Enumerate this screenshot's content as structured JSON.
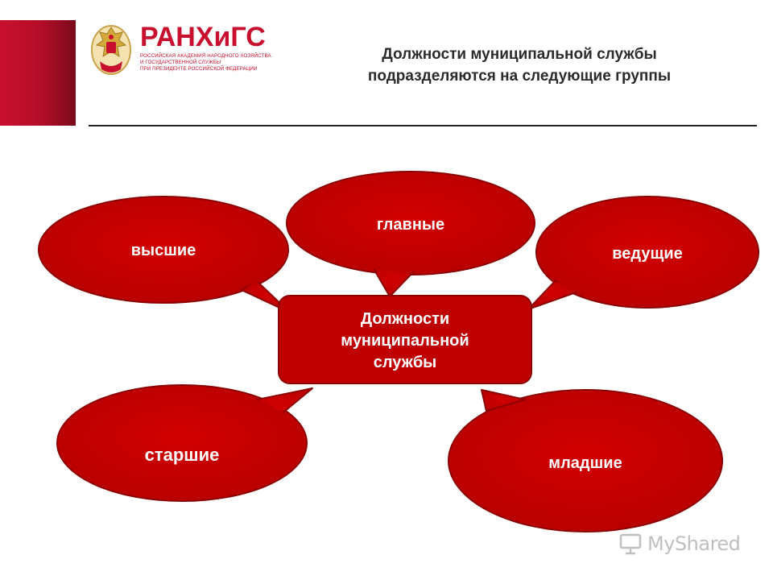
{
  "header": {
    "logo": {
      "title": "РАНХиГС",
      "subtitle_lines": [
        "Российская академия народного хозяйства",
        "и государственной службы",
        "при Президенте Российской Федерации"
      ]
    },
    "title_lines": [
      "Должности муниципальной службы",
      "подразделяются на следующие группы"
    ]
  },
  "diagram": {
    "center": {
      "lines": [
        "Должности",
        "муниципальной",
        "службы"
      ]
    },
    "groups": {
      "highest": "высшие",
      "main": "главные",
      "leading": "ведущие",
      "senior": "старшие",
      "junior": "младшие"
    }
  },
  "watermark": {
    "text": "MyShared"
  },
  "colors": {
    "accent": "#c8102e",
    "bubble_fill": "#c00000",
    "bubble_stroke": "#8c0000",
    "heading_text": "#2b2b2b"
  }
}
